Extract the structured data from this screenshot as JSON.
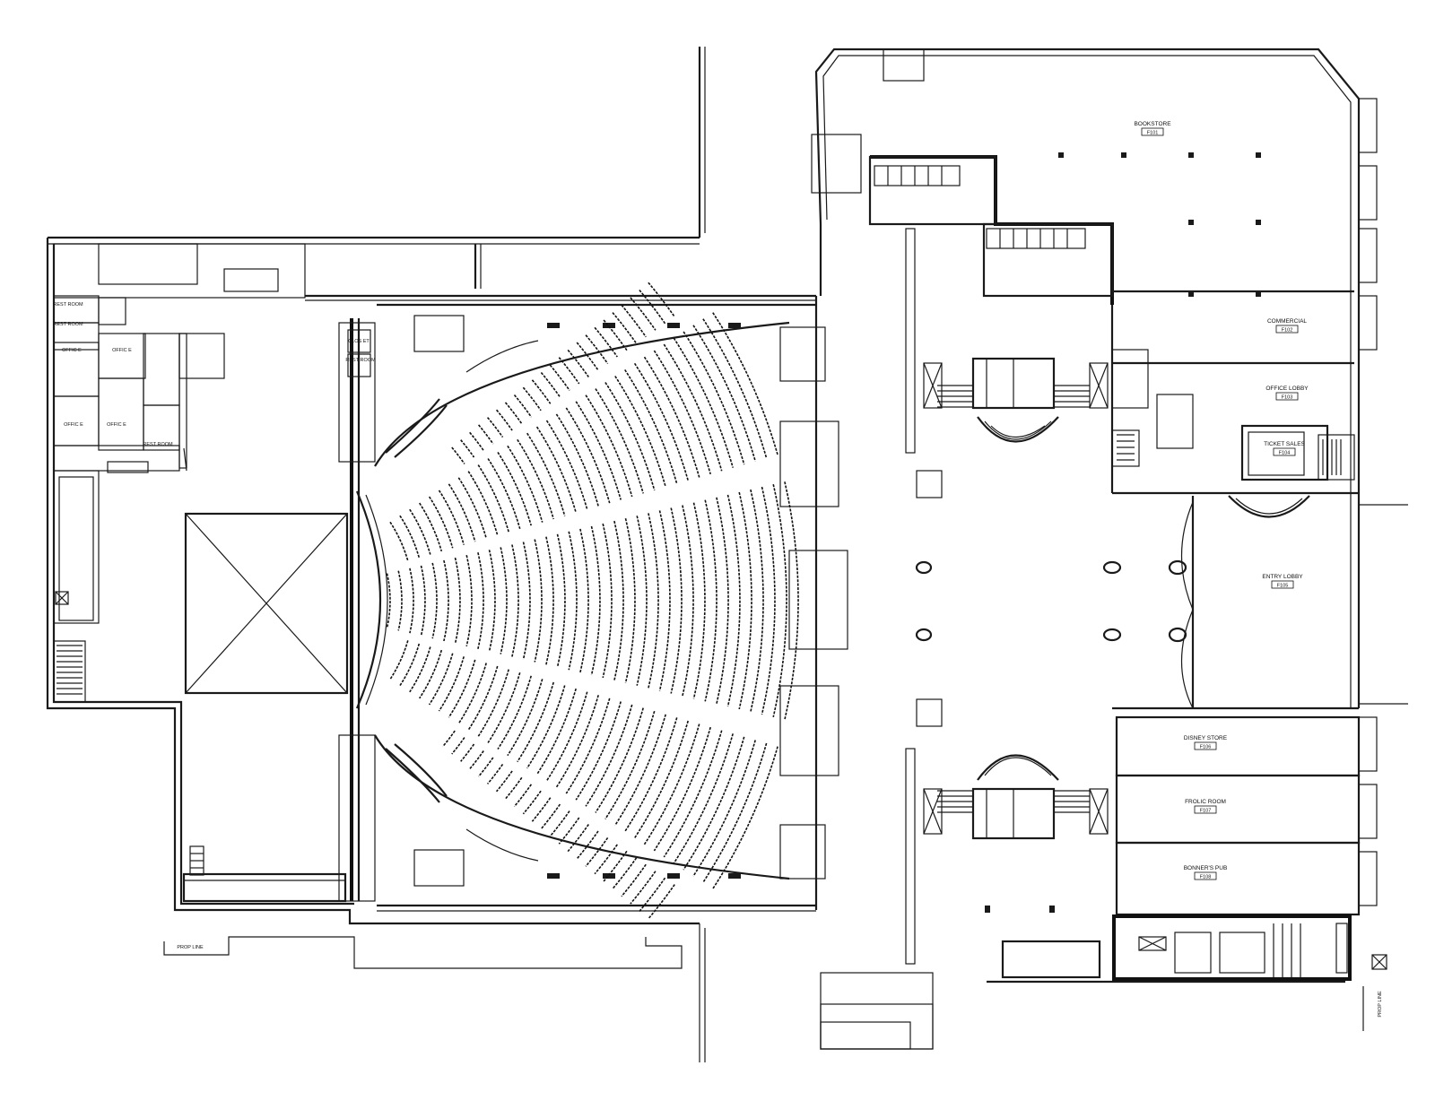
{
  "rooms": {
    "bookstore": {
      "name": "BOOKSTORE",
      "number": "F101"
    },
    "commercial": {
      "name": "COMMERCIAL",
      "number": "F102"
    },
    "office_lobby": {
      "name": "OFFICE LOBBY",
      "number": "F103"
    },
    "ticket_sales": {
      "name": "TICKET SALES",
      "number": "F104"
    },
    "entry_lobby": {
      "name": "ENTRY LOBBY",
      "number": "F105"
    },
    "disney_store": {
      "name": "DISNEY STORE",
      "number": "F106"
    },
    "frolic_room": {
      "name": "FROLIC ROOM",
      "number": "F107"
    },
    "bonners_pub": {
      "name": "BONNER'S PUB",
      "number": "F108"
    },
    "rest_room_1": {
      "name": "REST ROOM"
    },
    "rest_room_2": {
      "name": "REST ROOM"
    },
    "rest_room_3": {
      "name": "REST ROOM"
    },
    "rest_room_4": {
      "name": "REST ROOM"
    },
    "office_1": {
      "name": "OFFIC E"
    },
    "office_2": {
      "name": "OFFIC E"
    },
    "office_3": {
      "name": "OFFIC E"
    },
    "office_4": {
      "name": "OFFIC E"
    },
    "clos": {
      "name": "CLOS ET"
    }
  },
  "annotations": {
    "prop_line_left": "PROP LINE",
    "prop_line_right": "PROP LINE"
  },
  "colors": {
    "ink": "#1a1a1a",
    "paper": "#ffffff"
  }
}
